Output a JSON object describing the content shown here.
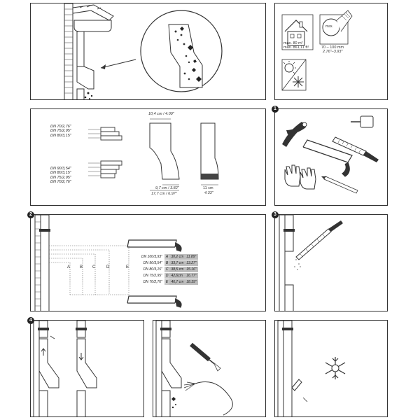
{
  "steps": {
    "s1": "1",
    "s2": "2",
    "s3": "3",
    "s4": "4"
  },
  "p2": {
    "area_top": "max. 80 m²",
    "area_bottom": "max. 861,11 ft²",
    "diam_top": "max.",
    "diam_range": "70 – 100 mm",
    "diam_range_in": "2.76\"–3.93\""
  },
  "p3": {
    "upper_dn": [
      "DN 70/2,76\"",
      "DN 75/2,95\"",
      "DN 80/3,15\""
    ],
    "lower_dn": [
      "DN 90/3,54\"",
      "DN 80/3,15\"",
      "DN 75/2,95\"",
      "DN 70/2,76\""
    ],
    "top_dim": "10,4 cm / 4.09\"",
    "base_dim": "9,7 cm / 3.82\"",
    "total_dim": "17,7 cm / 6.97\"",
    "side_dim_cm": "11 cm",
    "side_dim_in": "4.33\""
  },
  "p5": {
    "letters": [
      "A",
      "B",
      "C",
      "D",
      "E"
    ],
    "table": [
      {
        "dn": "DN 100/3,93\"",
        "key": "A",
        "cm": "30,2 cm",
        "in": "11.89\""
      },
      {
        "dn": "DN 90/3,54\"",
        "key": "B",
        "cm": "33,7 cm",
        "in": "13.27\""
      },
      {
        "dn": "DN 80/3,15\"",
        "key": "C",
        "cm": "38,5 cm",
        "in": "15.16\""
      },
      {
        "dn": "DN 75/2,95\"",
        "key": "D",
        "cm": "42,6cm",
        "in": "16.77\""
      },
      {
        "dn": "DN 70/2,76\"",
        "key": "E",
        "cm": "46,7 cm",
        "in": "18.39\""
      }
    ]
  }
}
